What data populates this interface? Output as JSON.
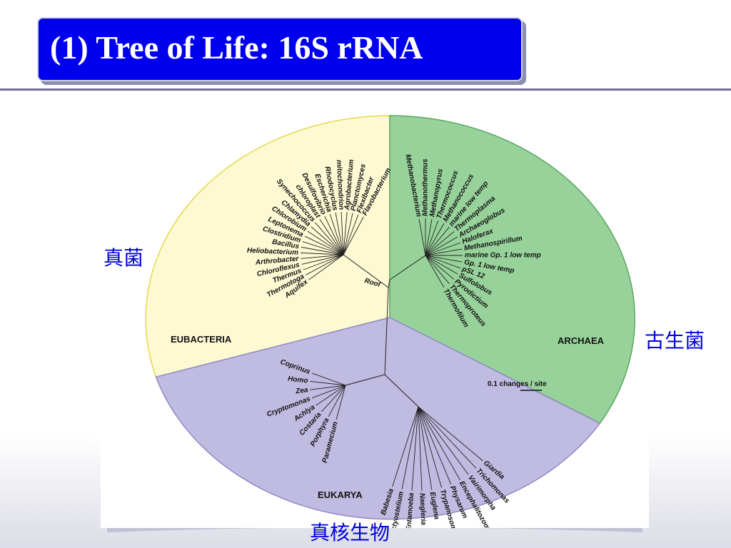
{
  "slide": {
    "title": "(1) Tree of Life: 16S rRNA"
  },
  "side_labels": {
    "bacteria_cn": "真菌",
    "archaea_cn": "古生菌",
    "eukarya_cn": "真核生物"
  },
  "tree": {
    "domains": {
      "eubacteria": "EUBACTERIA",
      "archaea": "ARCHAEA",
      "eukarya": "EUKARYA"
    },
    "root_label": "Root",
    "scale_label": "0.1 changes / site",
    "colors": {
      "eubacteria": "#fdf9d3",
      "eubacteria_border": "#e8d84a",
      "archaea": "#98d29b",
      "archaea_border": "#59a860",
      "eukarya": "#c0bbe0",
      "eukarya_border": "#8f89c4"
    },
    "eubacteria_taxa": [
      "Flavobacterium",
      "Flexibacter",
      "Planctomyces",
      "Agrobacterium",
      "mitochondrion",
      "Rhodocyclus",
      "Escherichia",
      "Desulfovibrio",
      "chloroplast",
      "Synechococcus",
      "Chlamydia",
      "Chlorobium",
      "Leptonema",
      "Clostridium",
      "Bacillus",
      "Heliobacterium",
      "Arthrobacter",
      "Chloroflexus",
      "Thermus",
      "Thermotoga",
      "Aquifex"
    ],
    "archaea_taxa": [
      "Methanobacterium",
      "Methanothermus",
      "Methanopyrus",
      "Thermococcus",
      "Methanococcus",
      "marine low temp",
      "Thermoplasma",
      "Archaeoglobus",
      "Haloferax",
      "Methanospirillum",
      "marine Gp. 1 low temp",
      "Gp. 1 low temp",
      "pSL 12",
      "Sulfolobus",
      "Pyrodictium",
      "Thermoproteus",
      "Thermofilum"
    ],
    "eukarya_taxa": [
      "Coprinus",
      "Homo",
      "Zea",
      "Cryptomonas",
      "Achlya",
      "Costaria",
      "Porphyra",
      "Paramecium",
      "Babesia",
      "Dictyostelium",
      "Entamoeba",
      "Naegleria",
      "Euglena",
      "Trypanosoma",
      "Physarum",
      "Encephalitozoon",
      "Vairimorpha",
      "Trichomonas",
      "Giardia"
    ]
  }
}
